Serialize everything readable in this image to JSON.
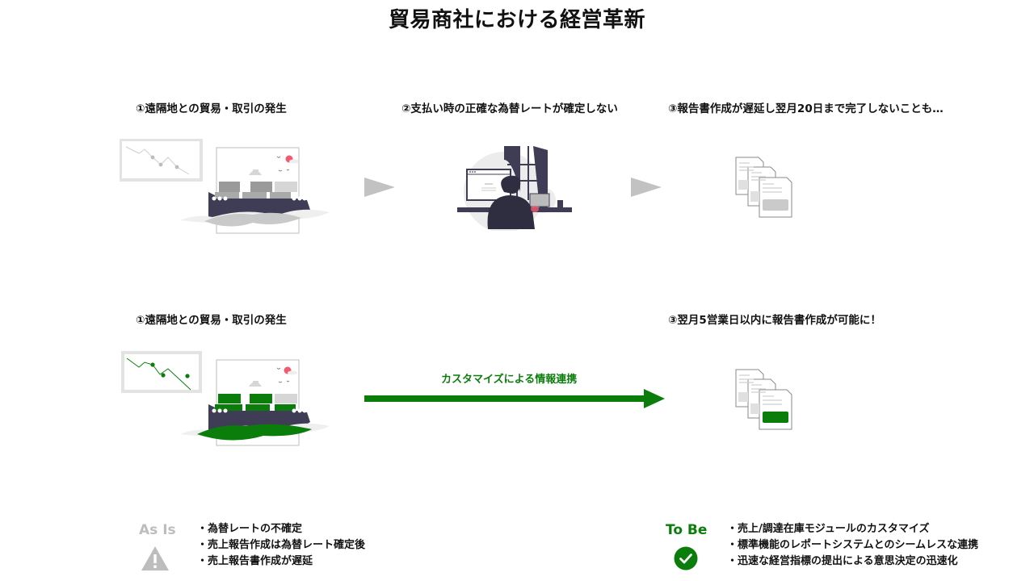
{
  "title": "貿易商社における経営革新",
  "as_is": {
    "steps": [
      {
        "label": "①遠隔地との貿易・取引の発生",
        "illustration": "cargo-ship-icon"
      },
      {
        "label": "②支払い時の正確な為替レートが確定しない",
        "illustration": "person-at-desk-icon"
      },
      {
        "label": "③報告書作成が遅延し翌月20日まで完了しないことも…",
        "illustration": "documents-icon"
      }
    ],
    "arrow_icon": "play-arrow-icon",
    "summary_title": "As Is",
    "summary_icon": "warning-icon",
    "bullets": [
      "為替レートの不確定",
      "売上報告作成は為替レート確定後",
      "売上報告書作成が遅延"
    ]
  },
  "to_be": {
    "steps": [
      {
        "label": "①遠隔地との貿易・取引の発生",
        "illustration": "cargo-ship-icon"
      },
      {
        "label": "③翌月5営業日以内に報告書作成が可能に！",
        "illustration": "documents-icon"
      }
    ],
    "link_label": "カスタマイズによる情報連携",
    "summary_title": "To Be",
    "summary_icon": "check-circle-icon",
    "bullets": [
      "売上/調達在庫モジュールのカスタマイズ",
      "標準機能のレポートシステムとのシームレスな連携",
      "迅速な経営指標の提出による意思決定の迅速化"
    ]
  },
  "colors": {
    "accent_green": "#0a7d0a",
    "neutral_grey": "#c2c2c2",
    "dark_navy": "#3f3d56",
    "sun_pink": "#f25a6f"
  }
}
